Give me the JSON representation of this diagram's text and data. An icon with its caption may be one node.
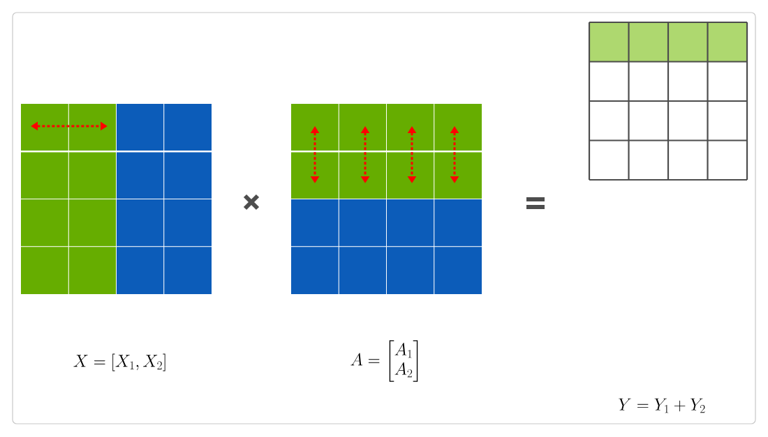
{
  "diagram": {
    "labels": [
      "X = [X_1, X_2]",
      "A = \\begin{bmatrix} A_1 \\\\ A_2 \\end{bmatrix}",
      "Y = Y_1 + Y_2"
    ]
  }
}
